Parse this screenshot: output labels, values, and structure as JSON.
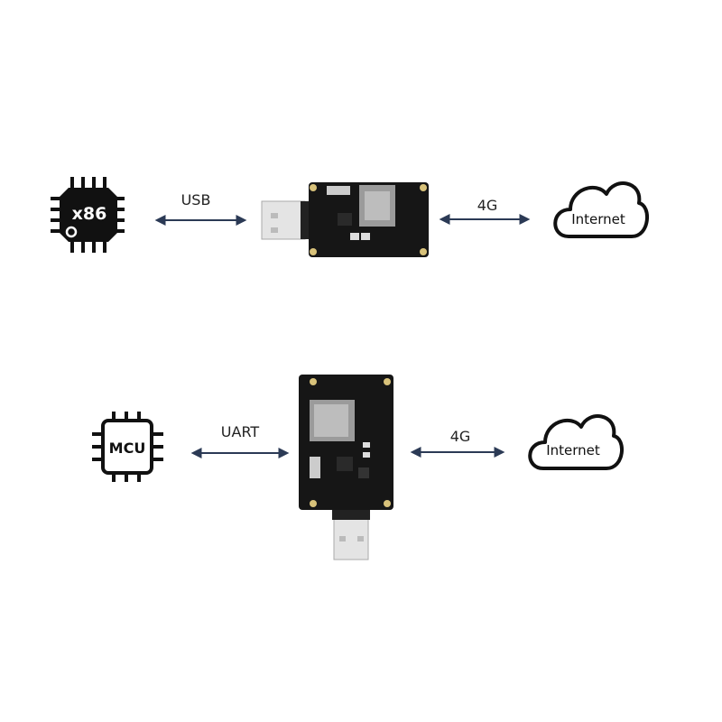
{
  "row1": {
    "host_label": "x86",
    "link_label": "USB",
    "network_link_label": "4G",
    "cloud_label": "Internet"
  },
  "row2": {
    "host_label": "MCU",
    "link_label": "UART",
    "network_link_label": "4G",
    "cloud_label": "Internet"
  },
  "colors": {
    "arrow": "#2b3a55",
    "icon": "#111111",
    "board": "#161616",
    "pad": "#d8c27a"
  }
}
